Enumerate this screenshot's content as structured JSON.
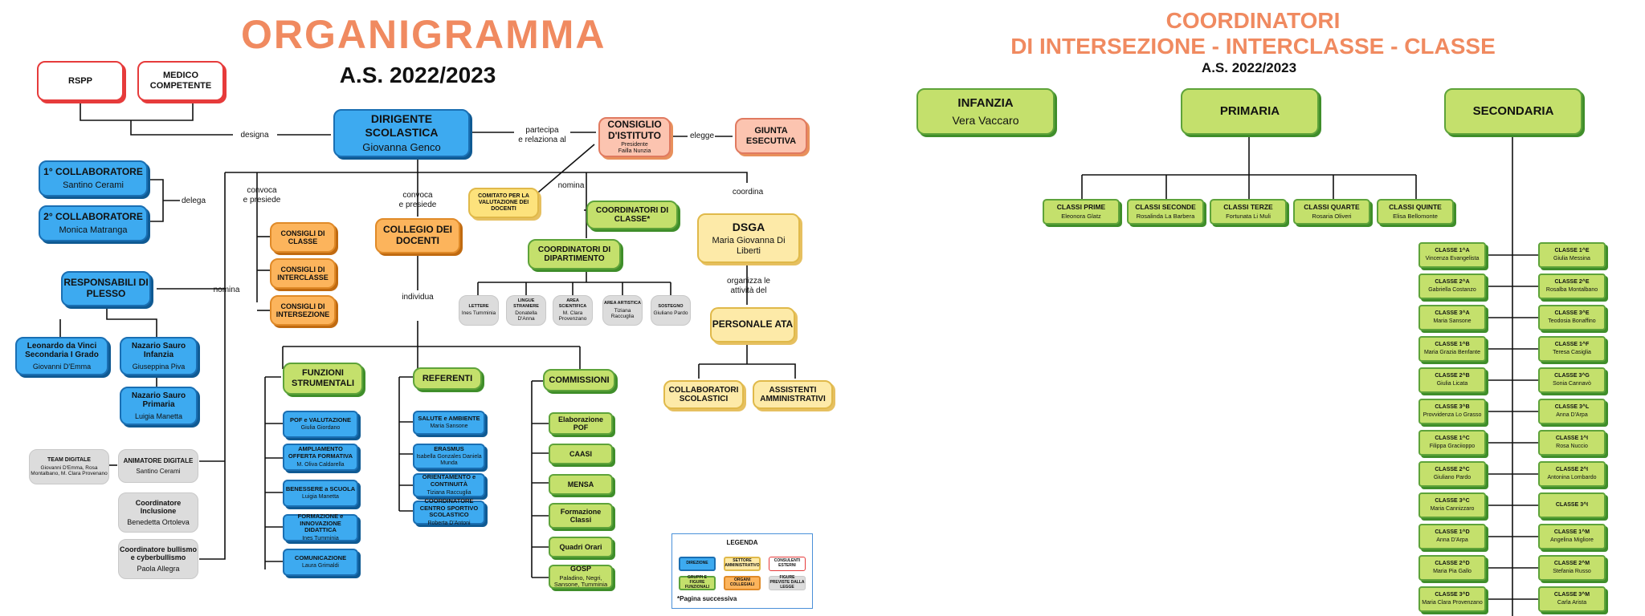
{
  "left": {
    "title": "ORGANIGRAMMA",
    "year": "A.S. 2022/2023",
    "rspp": "RSPP",
    "medico": "MEDICO COMPETENTE",
    "dirigente": {
      "title": "DIRIGENTE SCOLASTICA",
      "name": "Giovanna Genco"
    },
    "designa": "designa",
    "partecipa": "partecipa\ne relaziona al",
    "consiglio": {
      "title": "CONSIGLIO D'ISTITUTO",
      "role": "Presidente",
      "name": "Failla Nunzia"
    },
    "elegge": "elegge",
    "giunta": "GIUNTA ESECUTIVA",
    "coll1": {
      "title": "1° COLLABORATORE",
      "name": "Santino Cerami"
    },
    "coll2": {
      "title": "2° COLLABORATORE",
      "name": "Monica Matranga"
    },
    "delega": "delega",
    "convoca1": "convoca\ne presiede",
    "convoca2": "convoca\ne presiede",
    "nomina1": "nomina",
    "nomina2": "nomina",
    "coordina": "coordina",
    "individua": "individua",
    "organizza": "organizza le\nattività del",
    "consigli": [
      "CONSIGLI DI CLASSE",
      "CONSIGLI DI INTERCLASSE",
      "CONSIGLI DI INTERSEZIONE"
    ],
    "collegio": "COLLEGIO DEI DOCENTI",
    "comitato": "COMITATO PER LA VALUTAZIONE DEI DOCENTI",
    "coord_classe": "COORDINATORI DI CLASSE*",
    "coord_dip": "COORDINATORI DI DIPARTIMENTO",
    "dipartimenti": [
      {
        "t": "LETTERE",
        "n": "Ines Tumminia"
      },
      {
        "t": "LINGUE STRANIERE",
        "n": "Donatella D'Anna"
      },
      {
        "t": "AREA SCIENTIFICA",
        "n": "M. Clara Provenzano"
      },
      {
        "t": "AREA ARTISTICA",
        "n": "Tiziana Raccuglia"
      },
      {
        "t": "SOSTEGNO",
        "n": "Giuliano Pardo"
      }
    ],
    "dsga": {
      "title": "DSGA",
      "name": "Maria Giovanna Di Liberti"
    },
    "personale": "PERSONALE ATA",
    "collaboratori": "COLLABORATORI SCOLASTICI",
    "assistenti": "ASSISTENTI AMMINISTRATIVI",
    "responsabili": "RESPONSABILI DI PLESSO",
    "plessi": [
      {
        "t": "Leonardo da Vinci Secondaria I Grado",
        "n": "Giovanni D'Emma"
      },
      {
        "t": "Nazario Sauro Infanzia",
        "n": "Giuseppina Piva"
      },
      {
        "t": "Nazario Sauro Primaria",
        "n": "Luigia Manetta"
      }
    ],
    "team": {
      "t": "TEAM DIGITALE",
      "n": "Giovanni D'Emma, Rosa Montalbano, M. Clara Provenano"
    },
    "animatore": {
      "t": "ANIMATORE DIGITALE",
      "n": "Santino Cerami"
    },
    "inclusione": {
      "t": "Coordinatore Inclusione",
      "n": "Benedetta Ortoleva"
    },
    "bullismo": {
      "t": "Coordinatore bullismo e cyberbullismo",
      "n": "Paola Allegra"
    },
    "funzioni": "FUNZIONI STRUMENTALI",
    "funzioni_items": [
      {
        "t": "POF e VALUTAZIONE",
        "n": "Giulia Giordano"
      },
      {
        "t": "AMPLIAMENTO OFFERTA FORMATIVA",
        "n": "M. Oliva Caldarella"
      },
      {
        "t": "BENESSERE a SCUOLA",
        "n": "Luigia Manetta"
      },
      {
        "t": "FORMAZIONE e INNOVAZIONE DIDATTICA",
        "n": "Ines Tumminia"
      },
      {
        "t": "COMUNICAZIONE",
        "n": "Laura Grimaldi"
      }
    ],
    "referenti": "REFERENTI",
    "referenti_items": [
      {
        "t": "SALUTE e AMBIENTE",
        "n": "Maria Sansone"
      },
      {
        "t": "ERASMUS",
        "n": "Isabella Gonzales Daniela Munda"
      },
      {
        "t": "ORIENTAMENTO e CONTINUITÀ",
        "n": "Tiziana Raccuglia"
      },
      {
        "t": "COORDINATORE CENTRO SPORTIVO SCOLASTICO",
        "n": "Roberta D'Antoni"
      }
    ],
    "commissioni": "COMMISSIONI",
    "commissioni_items": [
      {
        "t": "Elaborazione POF",
        "n": ""
      },
      {
        "t": "CAASI",
        "n": ""
      },
      {
        "t": "MENSA",
        "n": ""
      },
      {
        "t": "Formazione Classi",
        "n": ""
      },
      {
        "t": "Quadri Orari",
        "n": ""
      },
      {
        "t": "GOSP",
        "n": "Paladino, Negri, Sansone, Tumminia"
      }
    ],
    "legenda": {
      "title": "LEGENDA",
      "items": [
        "DIREZIONE",
        "SETTORE AMMINISTRATIVO",
        "CONSULENTI ESTERNI",
        "GRUPPI E FIGURE FUNZIONALI",
        "ORGANI COLLEGIALI",
        "FIGURE PREVISTE DALLA LEGGE"
      ],
      "note": "*Pagina successiva"
    }
  },
  "right": {
    "title1": "COORDINATORI",
    "title2": "DI INTERSEZIONE - INTERCLASSE - CLASSE",
    "year": "A.S. 2022/2023",
    "infanzia": {
      "t": "INFANZIA",
      "n": "Vera Vaccaro"
    },
    "primaria": "PRIMARIA",
    "secondaria": "SECONDARIA",
    "classi_primaria": [
      {
        "t": "CLASSI PRIME",
        "n": "Eleonora Glatz"
      },
      {
        "t": "CLASSI SECONDE",
        "n": "Rosalinda La Barbera"
      },
      {
        "t": "CLASSI TERZE",
        "n": "Fortunata Li Muli"
      },
      {
        "t": "CLASSI QUARTE",
        "n": "Rosaria Oliveri"
      },
      {
        "t": "CLASSI QUINTE",
        "n": "Elisa Bellomonte"
      }
    ],
    "sec_left": [
      {
        "t": "CLASSE 1^A",
        "n": "Vincenza Evangelista"
      },
      {
        "t": "CLASSE 2^A",
        "n": "Gabriella Costanzo"
      },
      {
        "t": "CLASSE 3^A",
        "n": "Maria Sansone"
      },
      {
        "t": "CLASSE 1^B",
        "n": "Maria Grazia Benfante"
      },
      {
        "t": "CLASSE 2^B",
        "n": "Giulia Licata"
      },
      {
        "t": "CLASSE 3^B",
        "n": "Provvidenza Lo Grasso"
      },
      {
        "t": "CLASSE 1^C",
        "n": "Filippa Graciioppo"
      },
      {
        "t": "CLASSE 2^C",
        "n": "Giuliano Pardo"
      },
      {
        "t": "CLASSE 3^C",
        "n": "Maria Cannizzaro"
      },
      {
        "t": "CLASSE 1^D",
        "n": "Anna D'Arpa"
      },
      {
        "t": "CLASSE 2^D",
        "n": "Maria Pia Gallo"
      },
      {
        "t": "CLASSE 3^D",
        "n": "Maria Clara Provenzano"
      }
    ],
    "sec_right": [
      {
        "t": "CLASSE 1^E",
        "n": "Giulia Messina"
      },
      {
        "t": "CLASSE 2^E",
        "n": "Rosalba Montalbano"
      },
      {
        "t": "CLASSE 3^E",
        "n": "Teodosia Bonaffino"
      },
      {
        "t": "CLASSE 1^F",
        "n": "Teresa Casiglia"
      },
      {
        "t": "CLASSE 3^G",
        "n": "Sonia Cannavò"
      },
      {
        "t": "CLASSE 3^L",
        "n": "Anna D'Arpa"
      },
      {
        "t": "CLASSE 1^I",
        "n": "Rosa Nuccio"
      },
      {
        "t": "CLASSE 2^I",
        "n": "Antonina Lombardo"
      },
      {
        "t": "CLASSE 3^I",
        "n": ""
      },
      {
        "t": "CLASSE 1^M",
        "n": "Angelina Migliore"
      },
      {
        "t": "CLASSE 2^M",
        "n": "Stefania Russo"
      },
      {
        "t": "CLASSE 3^M",
        "n": "Carla Arista"
      }
    ]
  }
}
